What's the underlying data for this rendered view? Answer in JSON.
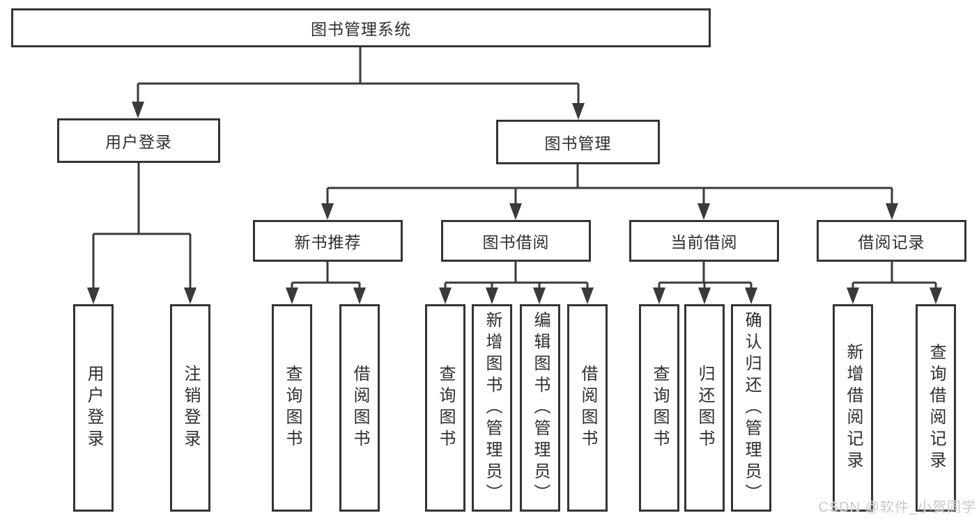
{
  "diagram": {
    "root": "图书管理系统",
    "level2": {
      "user_login": "用户登录",
      "book_management": "图书管理"
    },
    "user_login_children": {
      "login": "用户登录",
      "logout": "注销登录"
    },
    "book_management_children": {
      "new_book_recommend": "新书推荐",
      "book_borrow": "图书借阅",
      "current_borrow": "当前借阅",
      "borrow_record": "借阅记录"
    },
    "new_book_recommend_children": {
      "query_book": "查询图书",
      "borrow_book": "借阅图书"
    },
    "book_borrow_children": {
      "query_book": "查询图书",
      "add_book_admin": "新增图书（管理员）",
      "edit_book_admin": "编辑图书（管理员）",
      "borrow_book": "借阅图书"
    },
    "current_borrow_children": {
      "query_book": "查询图书",
      "return_book": "归还图书",
      "confirm_return_admin": "确认归还（管理员）"
    },
    "borrow_record_children": {
      "add_borrow_record": "新增借阅记录",
      "query_borrow_record": "查询借阅记录"
    }
  },
  "watermark": "CSDN @软件_小贺同学",
  "colors": {
    "line": "#3a3a3a",
    "box_border": "#343434",
    "box_background": "#ffffff",
    "text": "#2e2e2e",
    "watermark": "#c9c9c9"
  }
}
